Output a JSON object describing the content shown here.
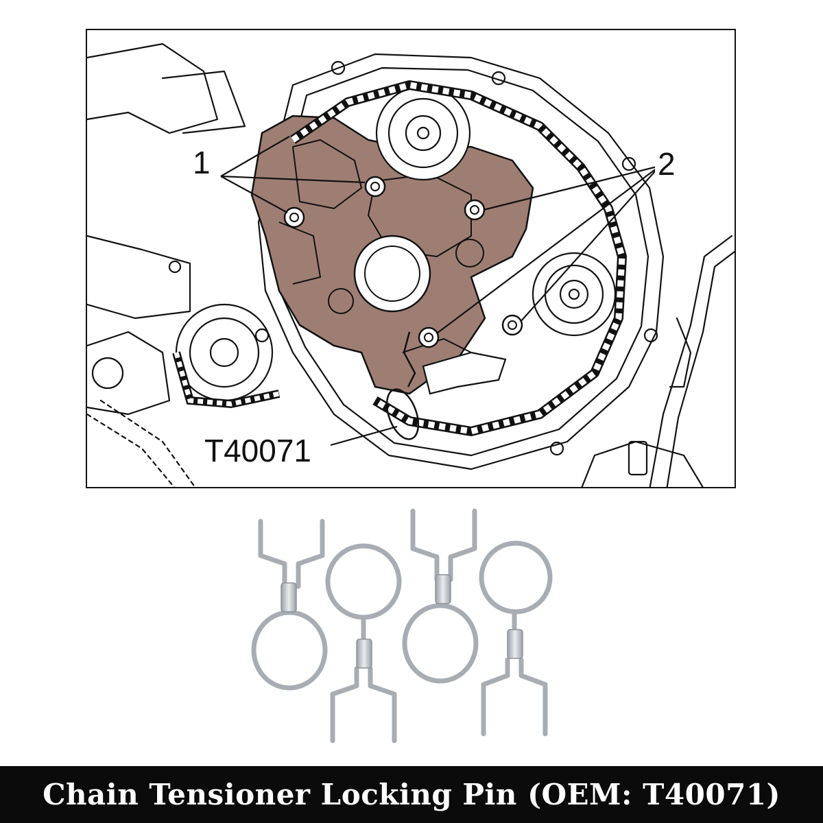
{
  "diagram": {
    "callout_bolts_1": "1",
    "callout_bolts_2": "2",
    "callout_tool": "T40071"
  },
  "colors": {
    "housing": "#9e7e73",
    "line": "#111111",
    "footer_bg": "#0b0b0b",
    "footer_text": "#ffffff",
    "pin_metal": "#c8ccd0"
  },
  "footer": {
    "title": "Chain Tensioner Locking Pin (OEM: T40071)"
  }
}
